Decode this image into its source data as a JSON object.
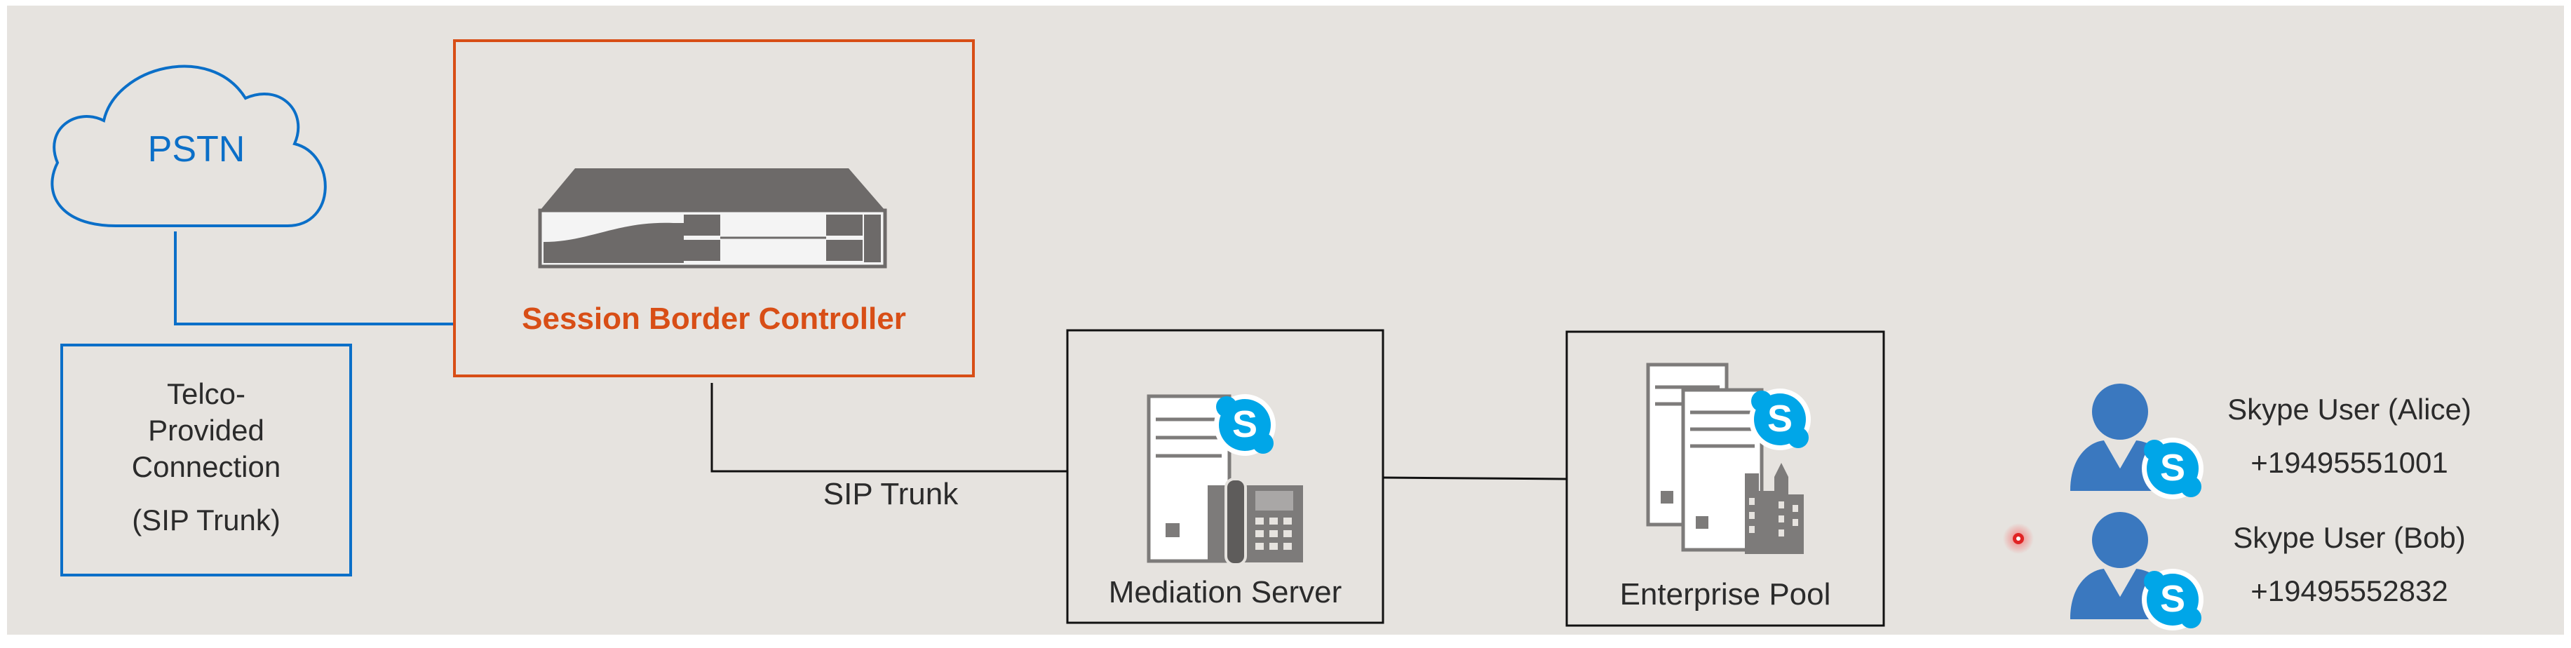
{
  "diagram": {
    "pstn": {
      "label": "PSTN"
    },
    "telco": {
      "lines": [
        "Telco-",
        "Provided",
        "Connection",
        "(SIP Trunk)"
      ]
    },
    "sbc": {
      "label": "Session Border Controller"
    },
    "sip_trunk": {
      "label": "SIP Trunk"
    },
    "mediation": {
      "label": "Mediation Server"
    },
    "enterprise": {
      "label": "Enterprise Pool"
    },
    "users": [
      {
        "name": "Skype User (Alice)",
        "number": "+19495551001"
      },
      {
        "name": "Skype User (Bob)",
        "number": "+19495552832"
      }
    ],
    "icons": {
      "cloud": "cloud-icon",
      "sbc": "rack-appliance-icon",
      "mediation": "server-phone-icon",
      "pool": "server-pool-icon",
      "user": "user-skype-icon",
      "skype": "skype-icon"
    },
    "colors": {
      "background": "#e6e3df",
      "blue": "#0b6fc8",
      "orange": "#d84e16",
      "line": "#111111",
      "skype": "#00a6e8",
      "user": "#3a78bf",
      "pointer": "#e02424"
    }
  }
}
